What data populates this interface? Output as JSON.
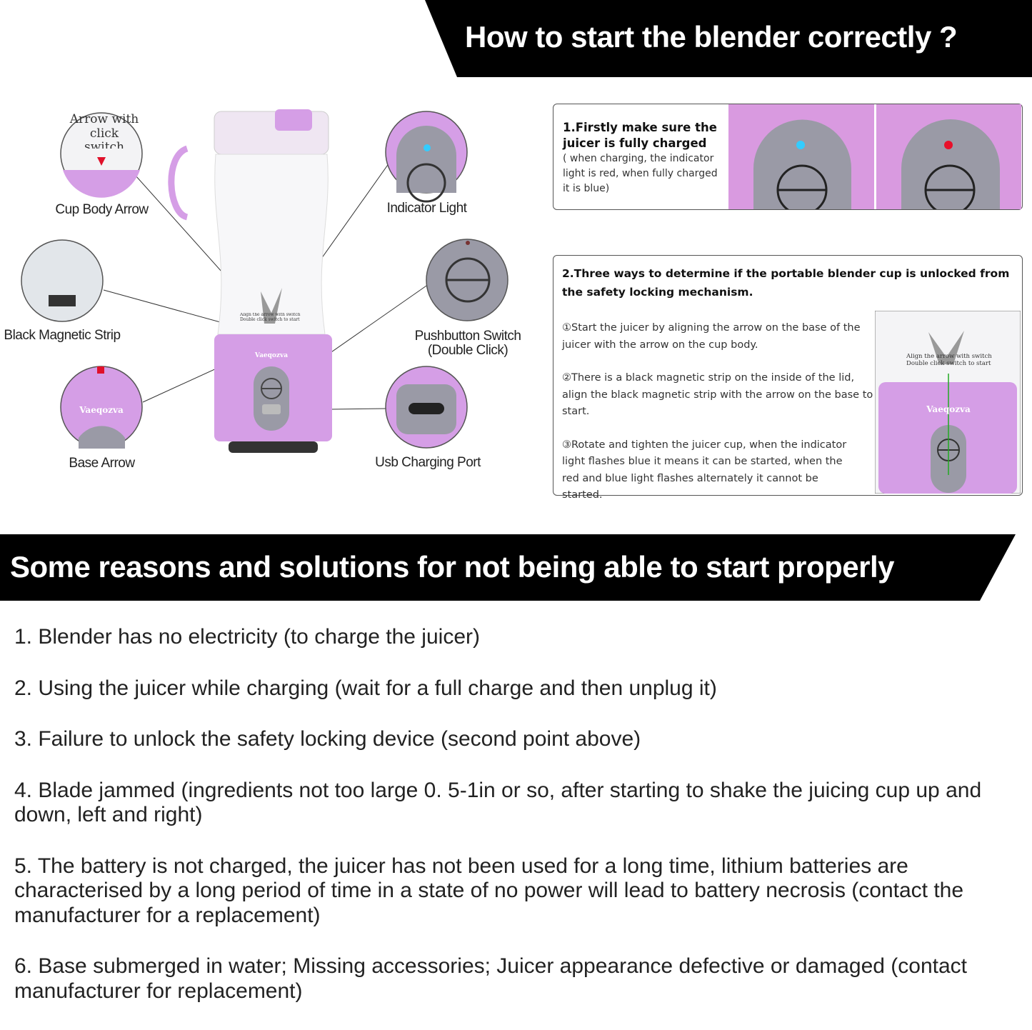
{
  "top_banner": {
    "title": "How to start the blender correctly ?"
  },
  "callouts": {
    "cup_body_arrow": "Cup Body Arrow",
    "black_magnetic_strip": "Black Magnetic Strip",
    "base_arrow": "Base Arrow",
    "indicator_light": "Indicator Light",
    "pushbutton_switch": "Pushbutton Switch",
    "pushbutton_switch_sub": "(Double Click)",
    "usb_charging_port": "Usb Charging Port"
  },
  "product": {
    "brand": "Vaeqozva",
    "cup_print": "Align the arrow with switch Double click switch to start",
    "circle_print": "Arrow with click switch"
  },
  "step1": {
    "title": "1.Firstly make sure the juicer is fully charged",
    "note": "( when charging, the indicator light is red, when fully charged it is blue)",
    "indicator_colors": {
      "charged": "#33ccff",
      "charging": "#e8102a"
    }
  },
  "step2": {
    "title": "2.Three ways to determine if the portable blender cup is unlocked from the safety locking mechanism.",
    "ways": [
      "①Start the juicer by aligning the arrow on the base of the juicer with the arrow on the cup body.",
      "②There is a black magnetic strip on the inside of the lid, align the black magnetic strip with the arrow on the base to start.",
      "③Rotate and tighten the juicer cup, when the indicator light flashes blue it means it can be started, when the red and blue light flashes alternately it cannot be started."
    ]
  },
  "bottom_banner": {
    "title": "Some reasons and solutions for not being able to start properly"
  },
  "reasons": [
    "1. Blender has no electricity (to charge the juicer)",
    "2. Using the juicer while charging (wait for a full charge and then unplug it)",
    "3. Failure to unlock the safety locking device (second point above)",
    "4. Blade jammed (ingredients not too large 0. 5-1in or so, after starting to shake the juicing cup up and down, left and right)",
    "5. The battery is not charged, the juicer has not been used for a long time, lithium batteries are characterised by a long period of time in a state of no power will lead to battery necrosis (contact the manufacturer for a replacement)",
    "6. Base submerged in water; Missing accessories; Juicer appearance defective or damaged (contact manufacturer for replacement)"
  ],
  "colors": {
    "purple": "#d59ee6",
    "grey": "#9a9aa6",
    "banner": "#000000"
  }
}
